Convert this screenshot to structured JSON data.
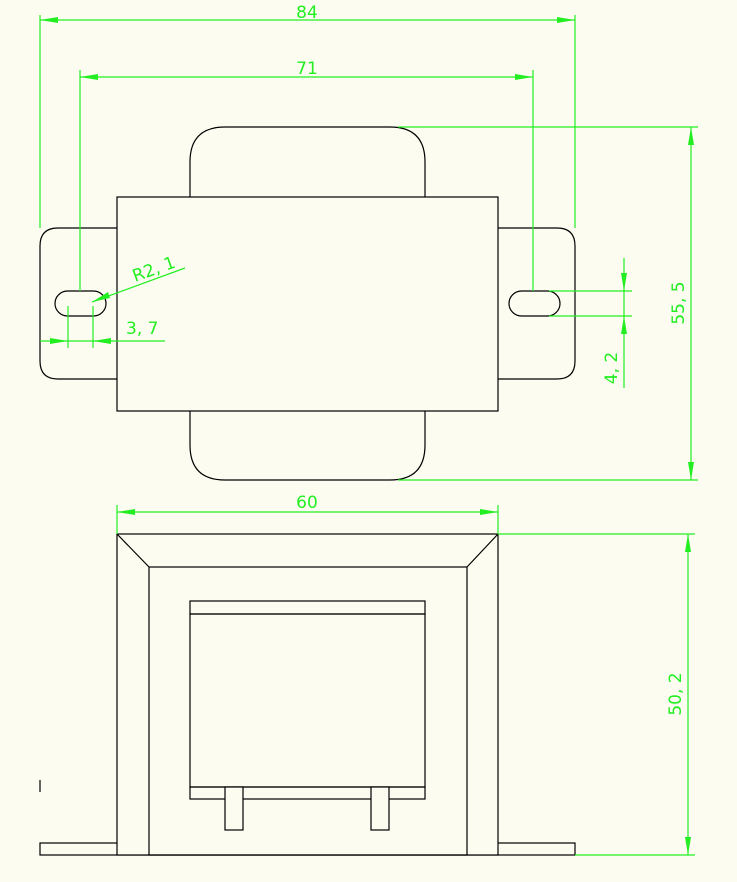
{
  "drawing": {
    "colors": {
      "background": "#fdfcf0",
      "outline": "#000000",
      "dimension": "#22ee22"
    },
    "dimensions": {
      "overall_width": "84",
      "hole_spacing": "71",
      "slot_radius": "R2, 1",
      "slot_offset": "3, 7",
      "slot_width": "4, 2",
      "top_height": "55, 5",
      "core_width": "60",
      "front_height": "50, 2"
    }
  }
}
